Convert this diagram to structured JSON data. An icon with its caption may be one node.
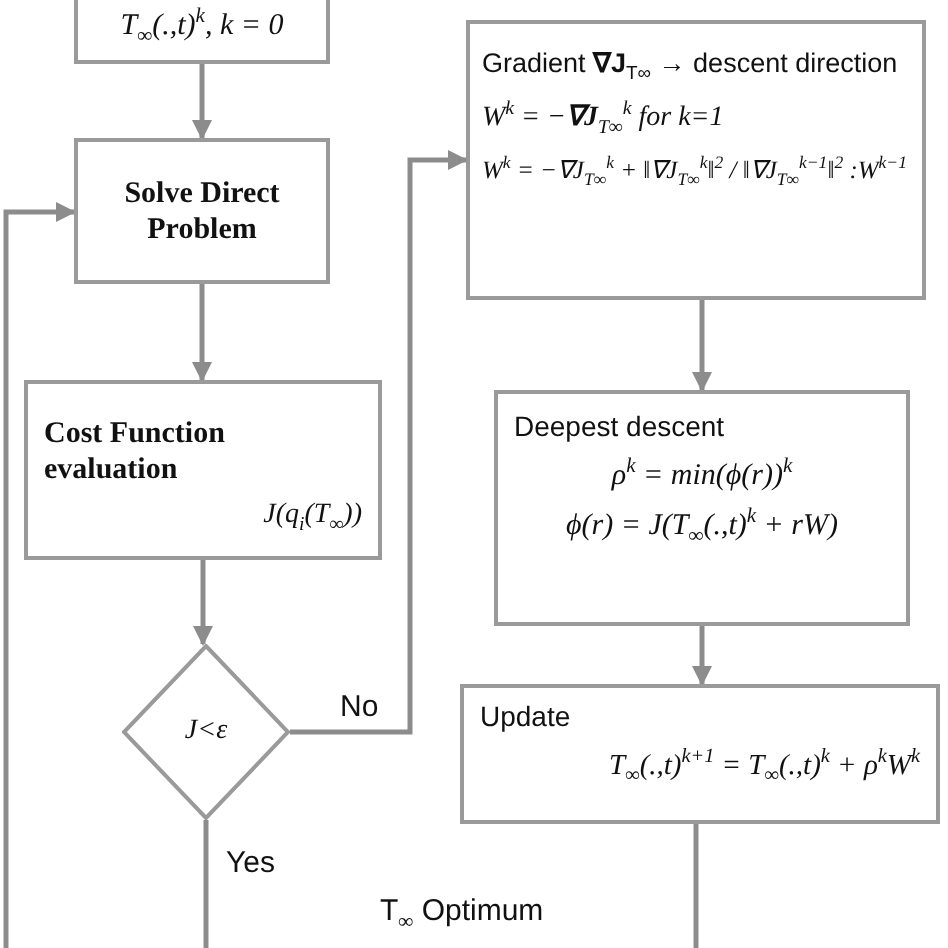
{
  "diagram": {
    "nodes": [
      {
        "text": [
          "T$_{∞}$(.,t)$^{k}$, k = 0"
        ]
      },
      {
        "text": [
          "Solve Direct Problem"
        ]
      },
      {
        "text": [
          "Cost Function evaluation",
          "J(q$_{i}$(T$_{∞}$))"
        ]
      },
      {
        "text": [
          "J<ε"
        ]
      },
      {
        "text": [
          "Gradient **∇J**$_{T∞}$ → descent direction",
          "W$^{k}$ = −**∇J**$_{T∞}$$^{k}$ for k=1",
          "W$^{k}$ = −∇J$_{T∞}$$^{k}$ + ‖∇J$_{T∞}$$^{k}$‖$^{2}$ / ‖∇J$_{T∞}$$^{k−1}$‖$^{2}$ :W$^{k−1}$"
        ]
      },
      {
        "text": [
          "Deepest descent",
          "ρ$^{k}$ = *min*(ϕ(r))$^{k}$",
          "ϕ(r) = J(T$_{∞}$(.,t)$^{k}$ + rW)"
        ]
      },
      {
        "text": [
          "Update",
          "T$_{∞}$(.,t)$^{k+1}$ = T$_{∞}$(.,t)$^{k}$ + ρ$^{k}$W$^{k}$"
        ]
      }
    ],
    "edges": [
      {
        "from": 0,
        "to": 1,
        "arrow": "to"
      },
      {
        "from": 1,
        "to": 2,
        "arrow": "to"
      },
      {
        "from": 2,
        "to": 3,
        "arrow": "to"
      },
      {
        "from": 3,
        "to": 4,
        "arrow": "to",
        "label": "No"
      },
      {
        "from": 4,
        "to": 5,
        "arrow": "to"
      },
      {
        "from": 5,
        "to": 6,
        "arrow": "to"
      },
      {
        "from": 6,
        "to": null,
        "arrow": "none"
      },
      {
        "from": 3,
        "to": null,
        "arrow": "none",
        "label": "Yes"
      },
      {
        "from": null,
        "to": 1,
        "arrow": "to"
      }
    ],
    "labels": [
      "T$_{∞}$ Optimum"
    ]
  }
}
